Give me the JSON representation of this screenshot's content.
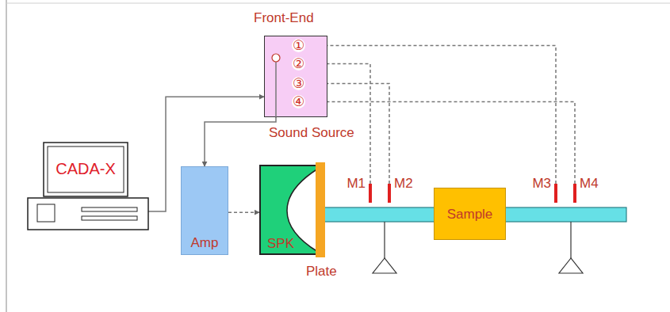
{
  "diagram": {
    "nodes": [
      {
        "text": [
          "Front-End",
          "Sound Source"
        ]
      },
      {
        "text": [
          "①"
        ],
        "in": 0
      },
      {
        "text": [
          "②"
        ],
        "in": 0
      },
      {
        "text": [
          "③"
        ],
        "in": 0
      },
      {
        "text": [
          "④"
        ],
        "in": 0
      },
      {
        "text": [
          "CADA-X"
        ]
      },
      {
        "text": [
          "Amp"
        ]
      },
      {
        "text": [
          "SPK"
        ]
      },
      {
        "text": [
          "Plate"
        ]
      },
      {
        "text": [
          "M1"
        ]
      },
      {
        "text": [
          "M2"
        ]
      },
      {
        "text": [
          "Sample"
        ]
      },
      {
        "text": [
          "M3"
        ]
      },
      {
        "text": [
          "M4"
        ]
      }
    ],
    "edges": [
      {
        "from": 5,
        "to": 0,
        "arrow": "to"
      },
      {
        "from": 0,
        "to": 6,
        "arrow": "to"
      },
      {
        "from": 6,
        "to": 7,
        "arrow": "to"
      },
      {
        "from": 9,
        "to": 2,
        "arrow": "to"
      },
      {
        "from": 10,
        "to": 3,
        "arrow": "to"
      },
      {
        "from": 12,
        "to": 1,
        "arrow": "to"
      },
      {
        "from": 13,
        "to": 4,
        "arrow": "to"
      }
    ]
  }
}
